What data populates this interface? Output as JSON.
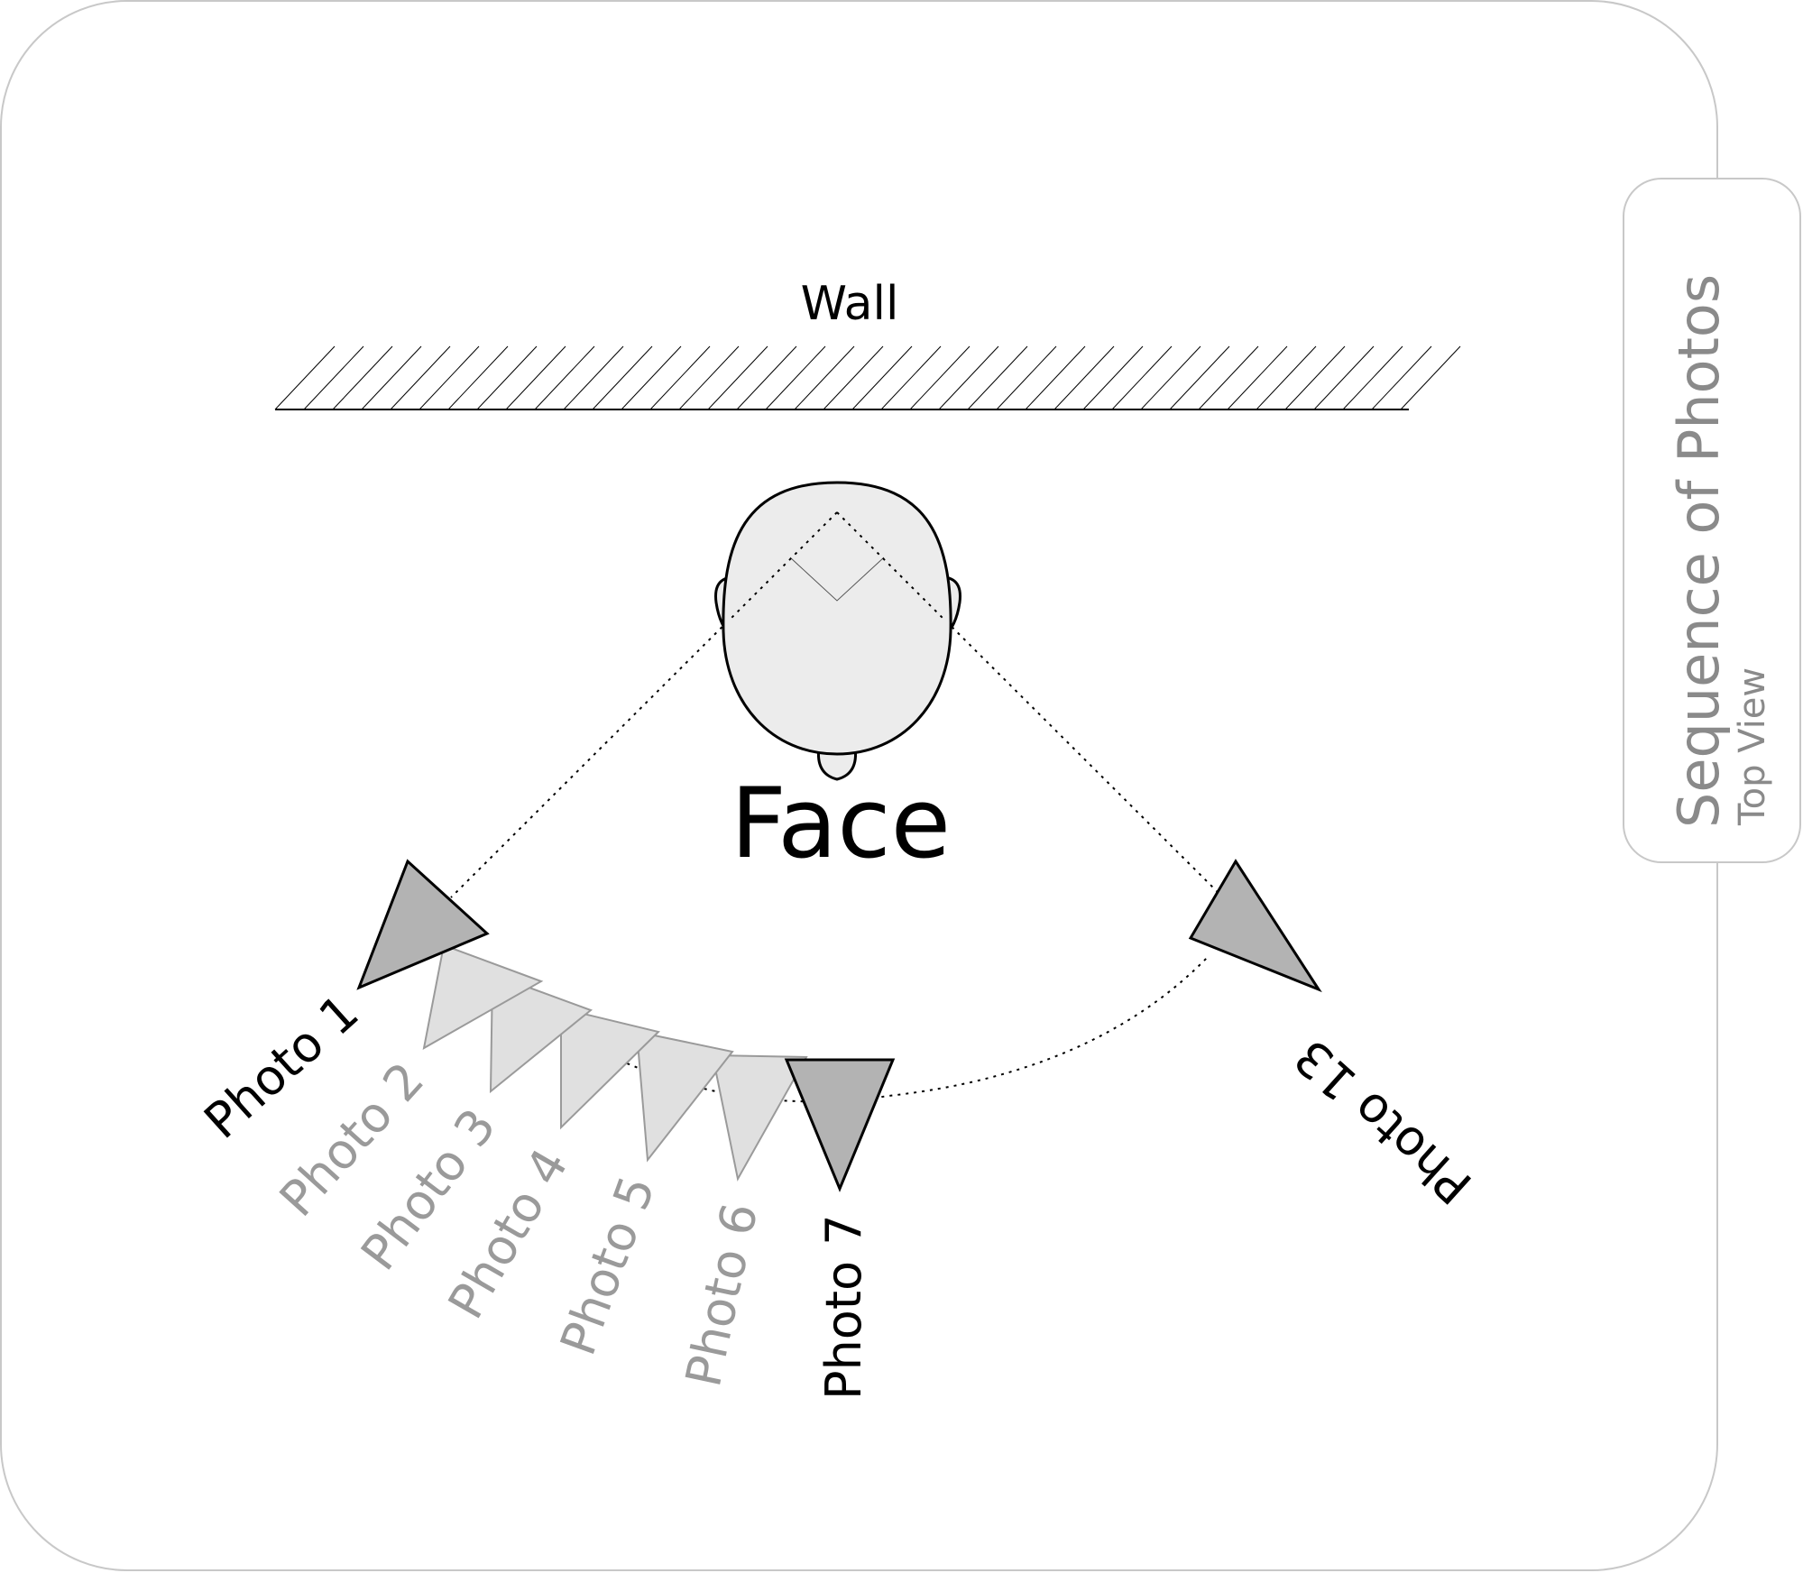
{
  "wall": {
    "label": "Wall"
  },
  "face": {
    "label": "Face"
  },
  "side_tab": {
    "title": "Sequence of Photos",
    "subtitle": "Top View"
  },
  "photos": [
    {
      "label": "Photo 1",
      "emphasis": "primary"
    },
    {
      "label": "Photo 2",
      "emphasis": "secondary"
    },
    {
      "label": "Photo 3",
      "emphasis": "secondary"
    },
    {
      "label": "Photo 4",
      "emphasis": "secondary"
    },
    {
      "label": "Photo 5",
      "emphasis": "secondary"
    },
    {
      "label": "Photo 6",
      "emphasis": "secondary"
    },
    {
      "label": "Photo 7",
      "emphasis": "primary"
    },
    {
      "label": "Photo 13",
      "emphasis": "primary"
    }
  ],
  "colors": {
    "primary_text": "#000000",
    "secondary_text": "#9a9a9a",
    "camera_primary_fill": "#b3b3b3",
    "camera_secondary_fill": "#e0e0e0",
    "head_fill": "#ececec",
    "frame_stroke": "#c8c8c8",
    "tab_text": "#8a8a8a"
  }
}
